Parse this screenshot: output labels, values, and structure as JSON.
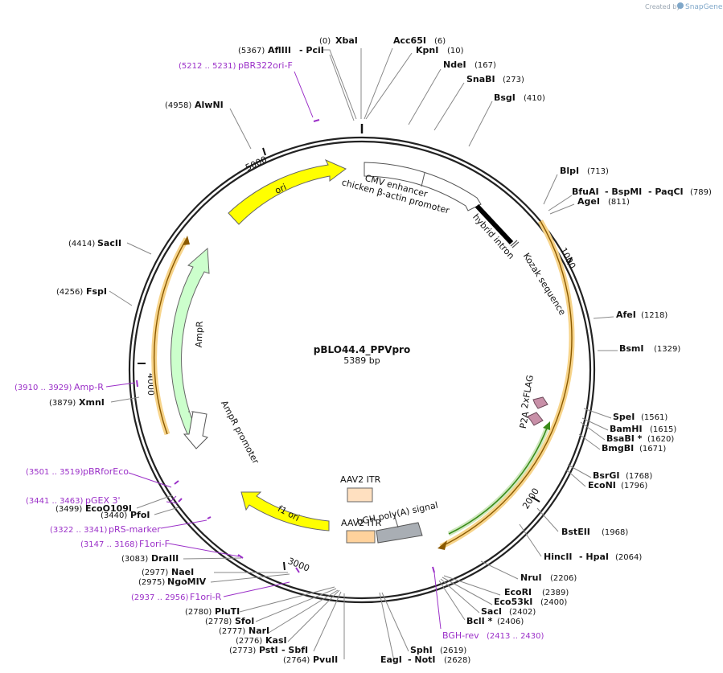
{
  "credit": {
    "created_by": "Created by",
    "brand": "SnapGene"
  },
  "plasmid": {
    "name": "pBLO44.4_PPVpro",
    "size": "5389 bp"
  },
  "ticks": [
    "1000",
    "2000",
    "3000",
    "4000",
    "5000"
  ],
  "sites": [
    {
      "name": "XbaI",
      "pos": "(0)"
    },
    {
      "name": "Acc65I",
      "pos": "(6)"
    },
    {
      "name": "KpnI",
      "pos": "(10)"
    },
    {
      "name": "NdeI",
      "pos": "(167)"
    },
    {
      "name": "SnaBI",
      "pos": "(273)"
    },
    {
      "name": "BsgI",
      "pos": "(410)"
    },
    {
      "name": "BlpI",
      "pos": "(713)"
    },
    {
      "name": "BfuAI",
      "pos": ""
    },
    {
      "name": "- BspMI",
      "pos": ""
    },
    {
      "name": "- PaqCI",
      "pos": "(789)"
    },
    {
      "name": "AgeI",
      "pos": "(811)"
    },
    {
      "name": "AfeI",
      "pos": "(1218)"
    },
    {
      "name": "BsmI",
      "pos": "(1329)"
    },
    {
      "name": "SpeI",
      "pos": "(1561)"
    },
    {
      "name": "BamHI",
      "pos": "(1615)"
    },
    {
      "name": "BsaBI *",
      "pos": "(1620)"
    },
    {
      "name": "BmgBI",
      "pos": "(1671)"
    },
    {
      "name": "BsrGI",
      "pos": "(1768)"
    },
    {
      "name": "EcoNI",
      "pos": "(1796)"
    },
    {
      "name": "BstEII",
      "pos": "(1968)"
    },
    {
      "name": "HincII",
      "pos": ""
    },
    {
      "name": "- HpaI",
      "pos": "(2064)"
    },
    {
      "name": "NruI",
      "pos": "(2206)"
    },
    {
      "name": "EcoRI",
      "pos": "(2389)"
    },
    {
      "name": "Eco53kI",
      "pos": "(2400)"
    },
    {
      "name": "SacI",
      "pos": "(2402)"
    },
    {
      "name": "BclI *",
      "pos": "(2406)"
    },
    {
      "name": "SphI",
      "pos": "(2619)"
    },
    {
      "name": "EagI",
      "pos": ""
    },
    {
      "name": "- NotI",
      "pos": "(2628)"
    },
    {
      "name": "PvuII",
      "pos": "(2764)"
    },
    {
      "name": "PstI",
      "pos": "(2773)"
    },
    {
      "name": "- SbfI",
      "pos": ""
    },
    {
      "name": "KasI",
      "pos": "(2776)"
    },
    {
      "name": "NarI",
      "pos": "(2777)"
    },
    {
      "name": "SfoI",
      "pos": "(2778)"
    },
    {
      "name": "PluTI",
      "pos": "(2780)"
    },
    {
      "name": "NgoMIV",
      "pos": "(2975)"
    },
    {
      "name": "NaeI",
      "pos": "(2977)"
    },
    {
      "name": "DraIII",
      "pos": "(3083)"
    },
    {
      "name": "PfoI",
      "pos": "(3440)"
    },
    {
      "name": "EcoO109I",
      "pos": "(3499)"
    },
    {
      "name": "XmnI",
      "pos": "(3879)"
    },
    {
      "name": "FspI",
      "pos": "(4256)"
    },
    {
      "name": "SacII",
      "pos": "(4414)"
    },
    {
      "name": "AlwNI",
      "pos": "(4958)"
    },
    {
      "name": "AflIII",
      "pos": "(5367)"
    },
    {
      "name": "- PciI",
      "pos": ""
    }
  ],
  "primers": [
    {
      "name": "pBR322ori-F",
      "pos": "(5212 .. 5231)"
    },
    {
      "name": "Amp-R",
      "pos": "(3910 .. 3929)"
    },
    {
      "name": "pBRforEco",
      "pos": "(3501 .. 3519)"
    },
    {
      "name": "pGEX 3'",
      "pos": "(3441 .. 3463)"
    },
    {
      "name": "pRS-marker",
      "pos": "(3322 .. 3341)"
    },
    {
      "name": "F1ori-F",
      "pos": "(3147 .. 3168)"
    },
    {
      "name": "F1ori-R",
      "pos": "(2937 .. 2956)"
    },
    {
      "name": "BGH-rev",
      "pos": "(2413 .. 2430)"
    }
  ],
  "features": {
    "cmv_enhancer": "CMV enhancer",
    "cba_promoter": "chicken β-actin promoter",
    "hybrid_intron": "hybrid intron",
    "kozak": "Kozak sequence",
    "flag": "2xFLAG",
    "p2a": "P2A",
    "bgh": "bGH poly(A) signal",
    "itr_top": "AAV2 ITR",
    "itr_bottom": "AAV2 ITR",
    "f1_ori": "f1 ori",
    "ampr": "AmpR",
    "ampr_promoter": "AmpR promoter",
    "ori": "ori"
  },
  "colors": {
    "backbone": "#222222",
    "ori": "#ffff00",
    "f1_ori": "#ffff00",
    "ampr": "#ccffcc",
    "cmv": "#ffffff",
    "intron": "#000000",
    "itr": "#ffe0c0",
    "bgh": "#a9aeb4",
    "orf_outline": "#f0c070",
    "orf_line": "#8b5a00",
    "green_arrow": "#3a8c1a",
    "tag": "#c890a8",
    "primer": "#9b30c8"
  }
}
